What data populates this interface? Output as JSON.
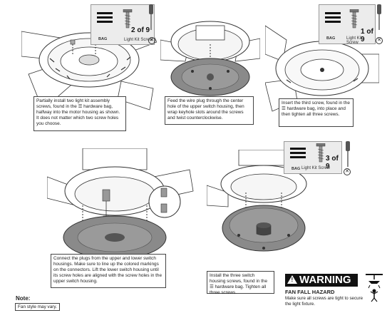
{
  "panels": [
    {
      "callout": "Partially install two light kit assembly screws, found in the ☰ hardware bag, halfway into the motor housing as shown. It does not matter which two screw holes you choose.",
      "badge": {
        "bag": "BAG",
        "count": "2 of 9",
        "kit": "Light Kit Screw"
      }
    },
    {
      "callout": "Feed the wire plug through the center hole of the upper switch housing, then wrap keyhole slots around the screws and twist counterclockwise."
    },
    {
      "callout": "Insert the third screw, found in the ☰ hardware bag, into place and then tighten all three screws.",
      "badge": {
        "bag": "BAG",
        "count": "1 of 9",
        "kit": "Light Kit Screw"
      }
    },
    {
      "callout": "Connect the plugs from the upper and lower switch housings. Make sure to line up the colored markings on the connectors. Lift the lower switch housing until its screw holes are aligned with the screw holes in the upper switch housing."
    },
    {
      "callout": "Install the three switch housing screws, found in the ☰ hardware bag. Tighten all three screws.",
      "badge": {
        "bag": "BAG",
        "count": "3 of 9",
        "kit": "Light Kit Screw"
      }
    }
  ],
  "note": {
    "title": "Note:",
    "text": "Fan style may vary."
  },
  "warning": {
    "heading": "WARNING",
    "hazard": "FAN FALL HAZARD",
    "text": "Make sure all screws are tight to secure the light fixture."
  },
  "icons": {
    "badge_icon": "hardware-bag-icon",
    "screw": "screw-icon",
    "screwdriver": "screwdriver-icon",
    "no_symbol": "circle-x-icon",
    "hazard_icon": "fan-fall-icon"
  },
  "colors": {
    "line": "#333333",
    "plate": "#8a8a8a",
    "badge_bg": "#ececec",
    "warning_bar": "#111111"
  }
}
